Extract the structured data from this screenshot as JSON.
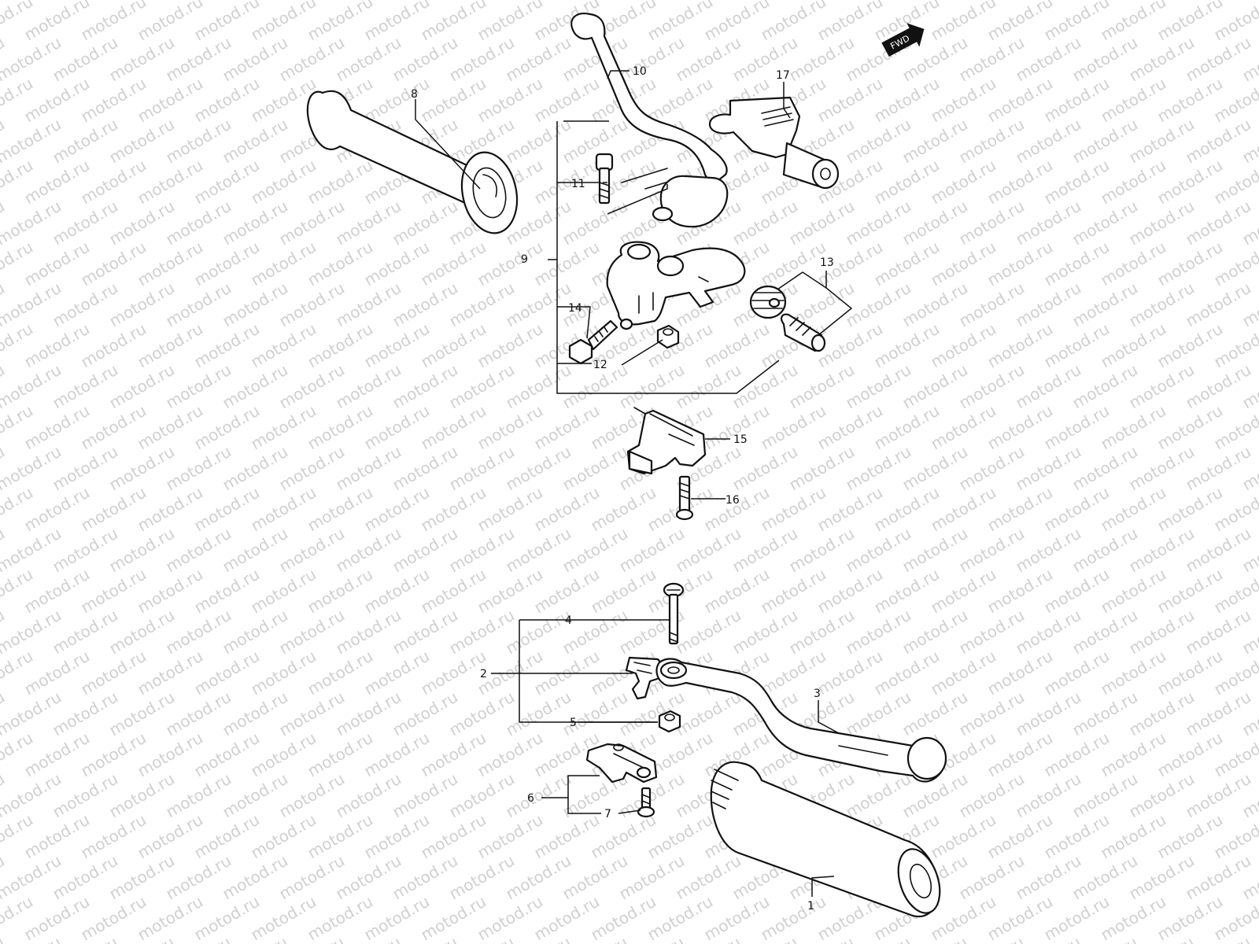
{
  "watermark": {
    "text": "motod.ru",
    "color": "#d0d0d0"
  },
  "fwd_label": "FWD",
  "callouts": {
    "c1": "1",
    "c2": "2",
    "c3": "3",
    "c4": "4",
    "c5": "5",
    "c6": "6",
    "c7": "7",
    "c8": "8",
    "c9": "9",
    "c10": "10",
    "c11": "11",
    "c12": "12",
    "c13": "13",
    "c14": "14",
    "c15": "15",
    "c16": "16",
    "c17": "17"
  },
  "colors": {
    "line": "#111111",
    "background": "#ffffff"
  }
}
